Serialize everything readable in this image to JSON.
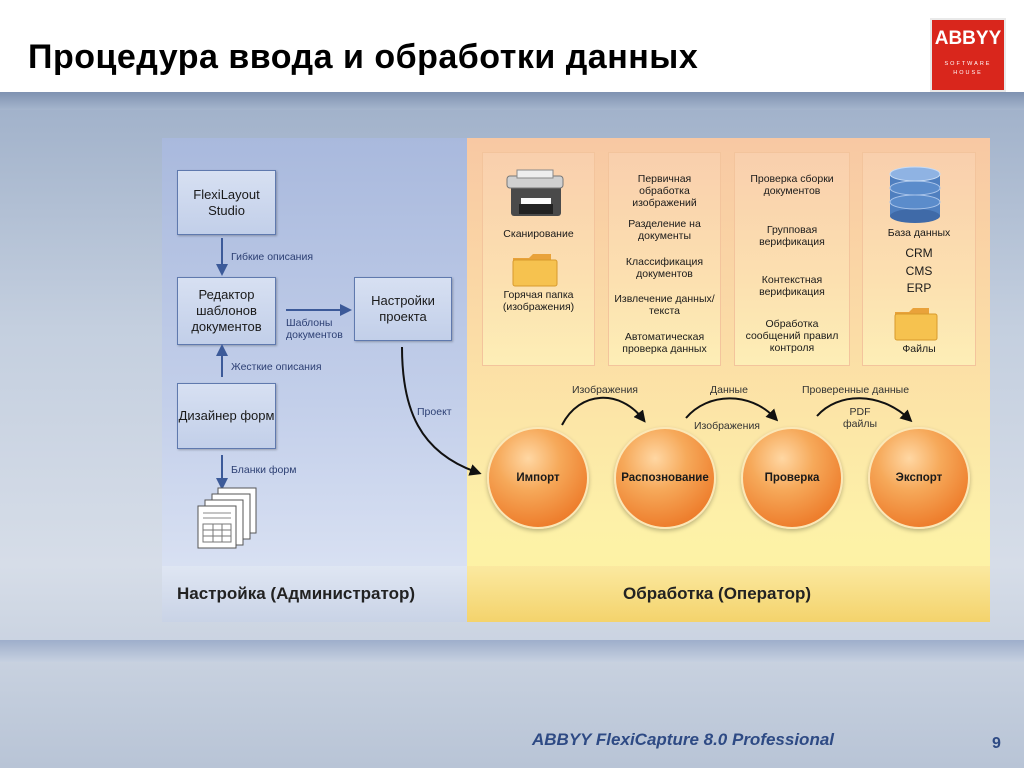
{
  "title": "Процедура ввода и обработки данных",
  "logo": {
    "main": "ABBYY",
    "sub": "SOFTWARE HOUSE"
  },
  "admin": {
    "section_label": "Настройка (Администратор)",
    "flexilayout": "FlexiLayout Studio",
    "template_editor": "Редактор шаблонов документов",
    "form_designer": "Дизайнер форм",
    "project_settings": "Настройки проекта",
    "flexible_desc": "Гибкие описания",
    "rigid_desc": "Жесткие описания",
    "doc_templates": "Шаблоны документов",
    "project": "Проект",
    "form_blanks": "Бланки форм"
  },
  "operator": {
    "section_label": "Обработка (Оператор)",
    "col1": {
      "scanning": "Сканирование",
      "hot_folder": "Горячая папка (изображения)"
    },
    "col2": [
      "Первичная обработка изображений",
      "Разделение на документы",
      "Классификация документов",
      "Извлечение данных/текста",
      "Автоматическая проверка данных"
    ],
    "col3": [
      "Проверка сборки документов",
      "Групповая верификация",
      "Контекстная верификация",
      "Обработка сообщений правил контроля"
    ],
    "col4": {
      "database": "База данных",
      "crm": "CRM",
      "cms": "CMS",
      "erp": "ERP",
      "files": "Файлы"
    },
    "stages": {
      "import": "Импорт",
      "recognition": "Распознование",
      "verification": "Проверка",
      "export": "Экспорт"
    },
    "flows": {
      "images_top": "Изображения",
      "data": "Данные",
      "images_bottom": "Изображения",
      "verified_data": "Проверенные данные",
      "pdf_files": "PDF файлы"
    }
  },
  "footer": {
    "product": "ABBYY FlexiCapture 8.0 Professional",
    "page_number": "9"
  }
}
